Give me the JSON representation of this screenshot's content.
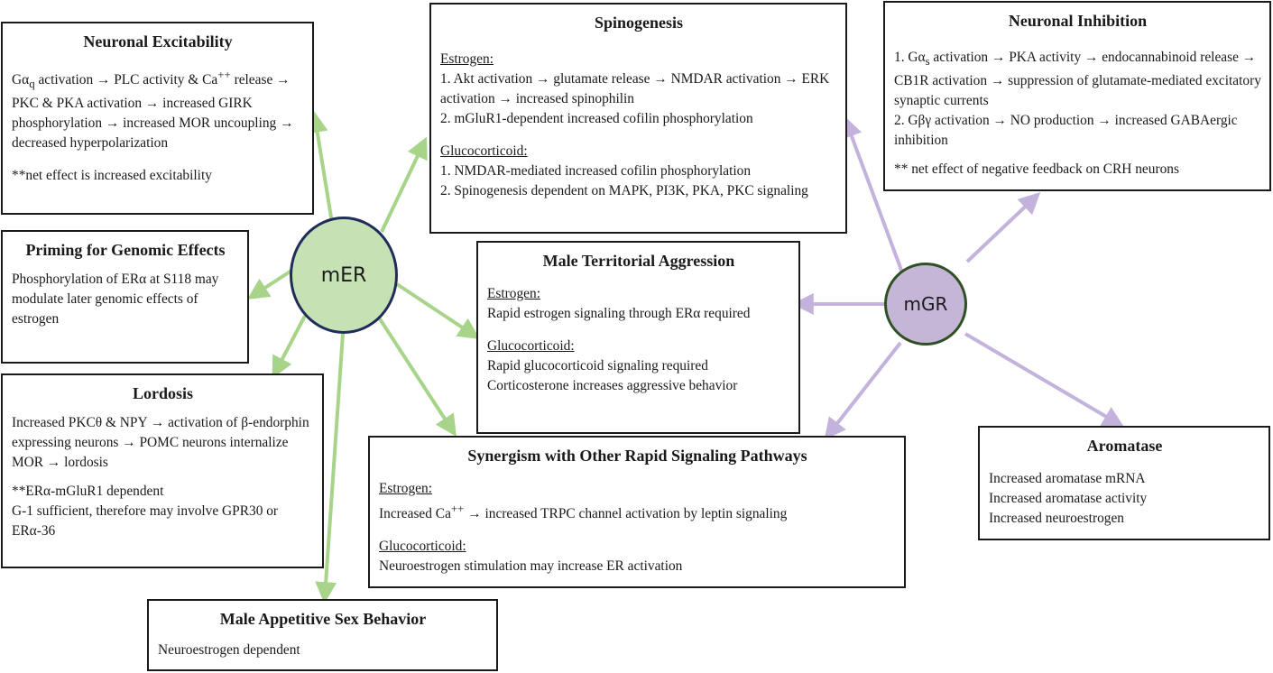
{
  "nodes": {
    "mer": "mER",
    "mgr": "mGR"
  },
  "colors": {
    "mer_arrow": "#a8d48a",
    "mgr_arrow": "#c3b3dc",
    "mer_fill": "#c6e2b4",
    "mgr_fill": "#c5b6d8"
  },
  "boxes": {
    "excitability": {
      "title": "Neuronal Excitability",
      "text": "Gα<sub>q</sub> activation → PLC activity &amp; Ca<sup>++</sup> release → PKC &amp; PKA activation → increased GIRK phosphorylation → increased MOR uncoupling → decreased hyperpolarization",
      "note": "**net effect is increased excitability"
    },
    "priming": {
      "title": "Priming for Genomic Effects",
      "text": "Phosphorylation of ERα at S118 may modulate later genomic effects of estrogen"
    },
    "lordosis": {
      "title": "Lordosis",
      "text": "Increased PKCθ &amp; NPY → activation of β-endorphin expressing neurons → POMC neurons internalize MOR → lordosis",
      "note": "**ERα-mGluR1 dependent<br>G-1 sufficient, therefore may involve GPR30 or ERα-36"
    },
    "appetitive": {
      "title": "Male Appetitive Sex Behavior",
      "text": "Neuroestrogen dependent"
    },
    "spinogenesis": {
      "title": "Spinogenesis",
      "estrogen_label": "Estrogen:",
      "estrogen_text": "1. Akt activation → glutamate release → NMDAR activation → ERK activation → increased spinophilin<br>2. mGluR1-dependent increased cofilin phosphorylation",
      "gluco_label": "Glucocorticoid:",
      "gluco_text": "1. NMDAR-mediated increased cofilin phosphorylation<br>2. Spinogenesis dependent on MAPK, PI3K, PKA, PKC signaling"
    },
    "aggression": {
      "title": "Male Territorial Aggression",
      "estrogen_label": "Estrogen:",
      "estrogen_text": "Rapid estrogen signaling through ERα required",
      "gluco_label": "Glucocorticoid:",
      "gluco_text": "Rapid glucocorticoid signaling required<br>Corticosterone increases aggressive behavior"
    },
    "synergism": {
      "title": "Synergism with Other Rapid Signaling Pathways",
      "estrogen_label": "Estrogen:",
      "estrogen_text": "Increased Ca<sup>++</sup> → increased TRPC channel activation by leptin signaling",
      "gluco_label": "Glucocorticoid:",
      "gluco_text": "Neuroestrogen stimulation may increase ER activation"
    },
    "inhibition": {
      "title": "Neuronal Inhibition",
      "text": "1. Gα<sub>s</sub> activation → PKA activity → endocannabinoid release → CB1R activation → suppression of glutamate-mediated excitatory synaptic currents<br>2. Gβγ activation → NO production → increased GABAergic inhibition",
      "note": "** net effect of negative feedback on CRH neurons"
    },
    "aromatase": {
      "title": "Aromatase",
      "text": "Increased aromatase mRNA<br>Increased aromatase activity<br>Increased neuroestrogen"
    }
  }
}
